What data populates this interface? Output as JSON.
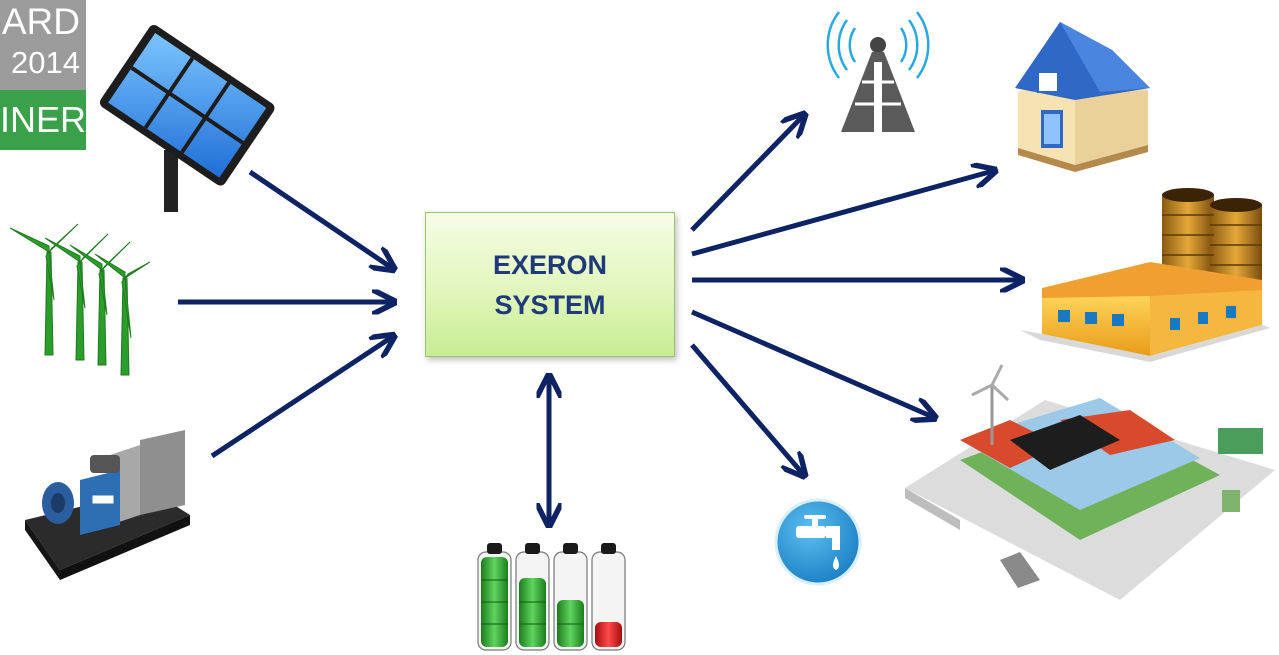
{
  "badge": {
    "line1": "ARD",
    "line2": "2014",
    "line3": "INER",
    "colors": {
      "grey": "#9b9b9b",
      "green": "#3aa14a"
    }
  },
  "center": {
    "line1": "EXERON",
    "line2": "SYSTEM",
    "colors": {
      "text": "#1f3a7a",
      "fill": "#d9f3ad",
      "border": "#9cc46a"
    }
  },
  "arrow_color": "#0d2363",
  "inputs": [
    {
      "icon": "solar-panel-icon"
    },
    {
      "icon": "wind-turbines-icon"
    },
    {
      "icon": "diesel-generator-icon"
    }
  ],
  "storage": {
    "icon": "battery-bank-icon"
  },
  "outputs": [
    {
      "icon": "radio-tower-icon"
    },
    {
      "icon": "house-icon"
    },
    {
      "icon": "factory-icon"
    },
    {
      "icon": "supermarket-icon"
    },
    {
      "icon": "water-tap-icon"
    }
  ]
}
